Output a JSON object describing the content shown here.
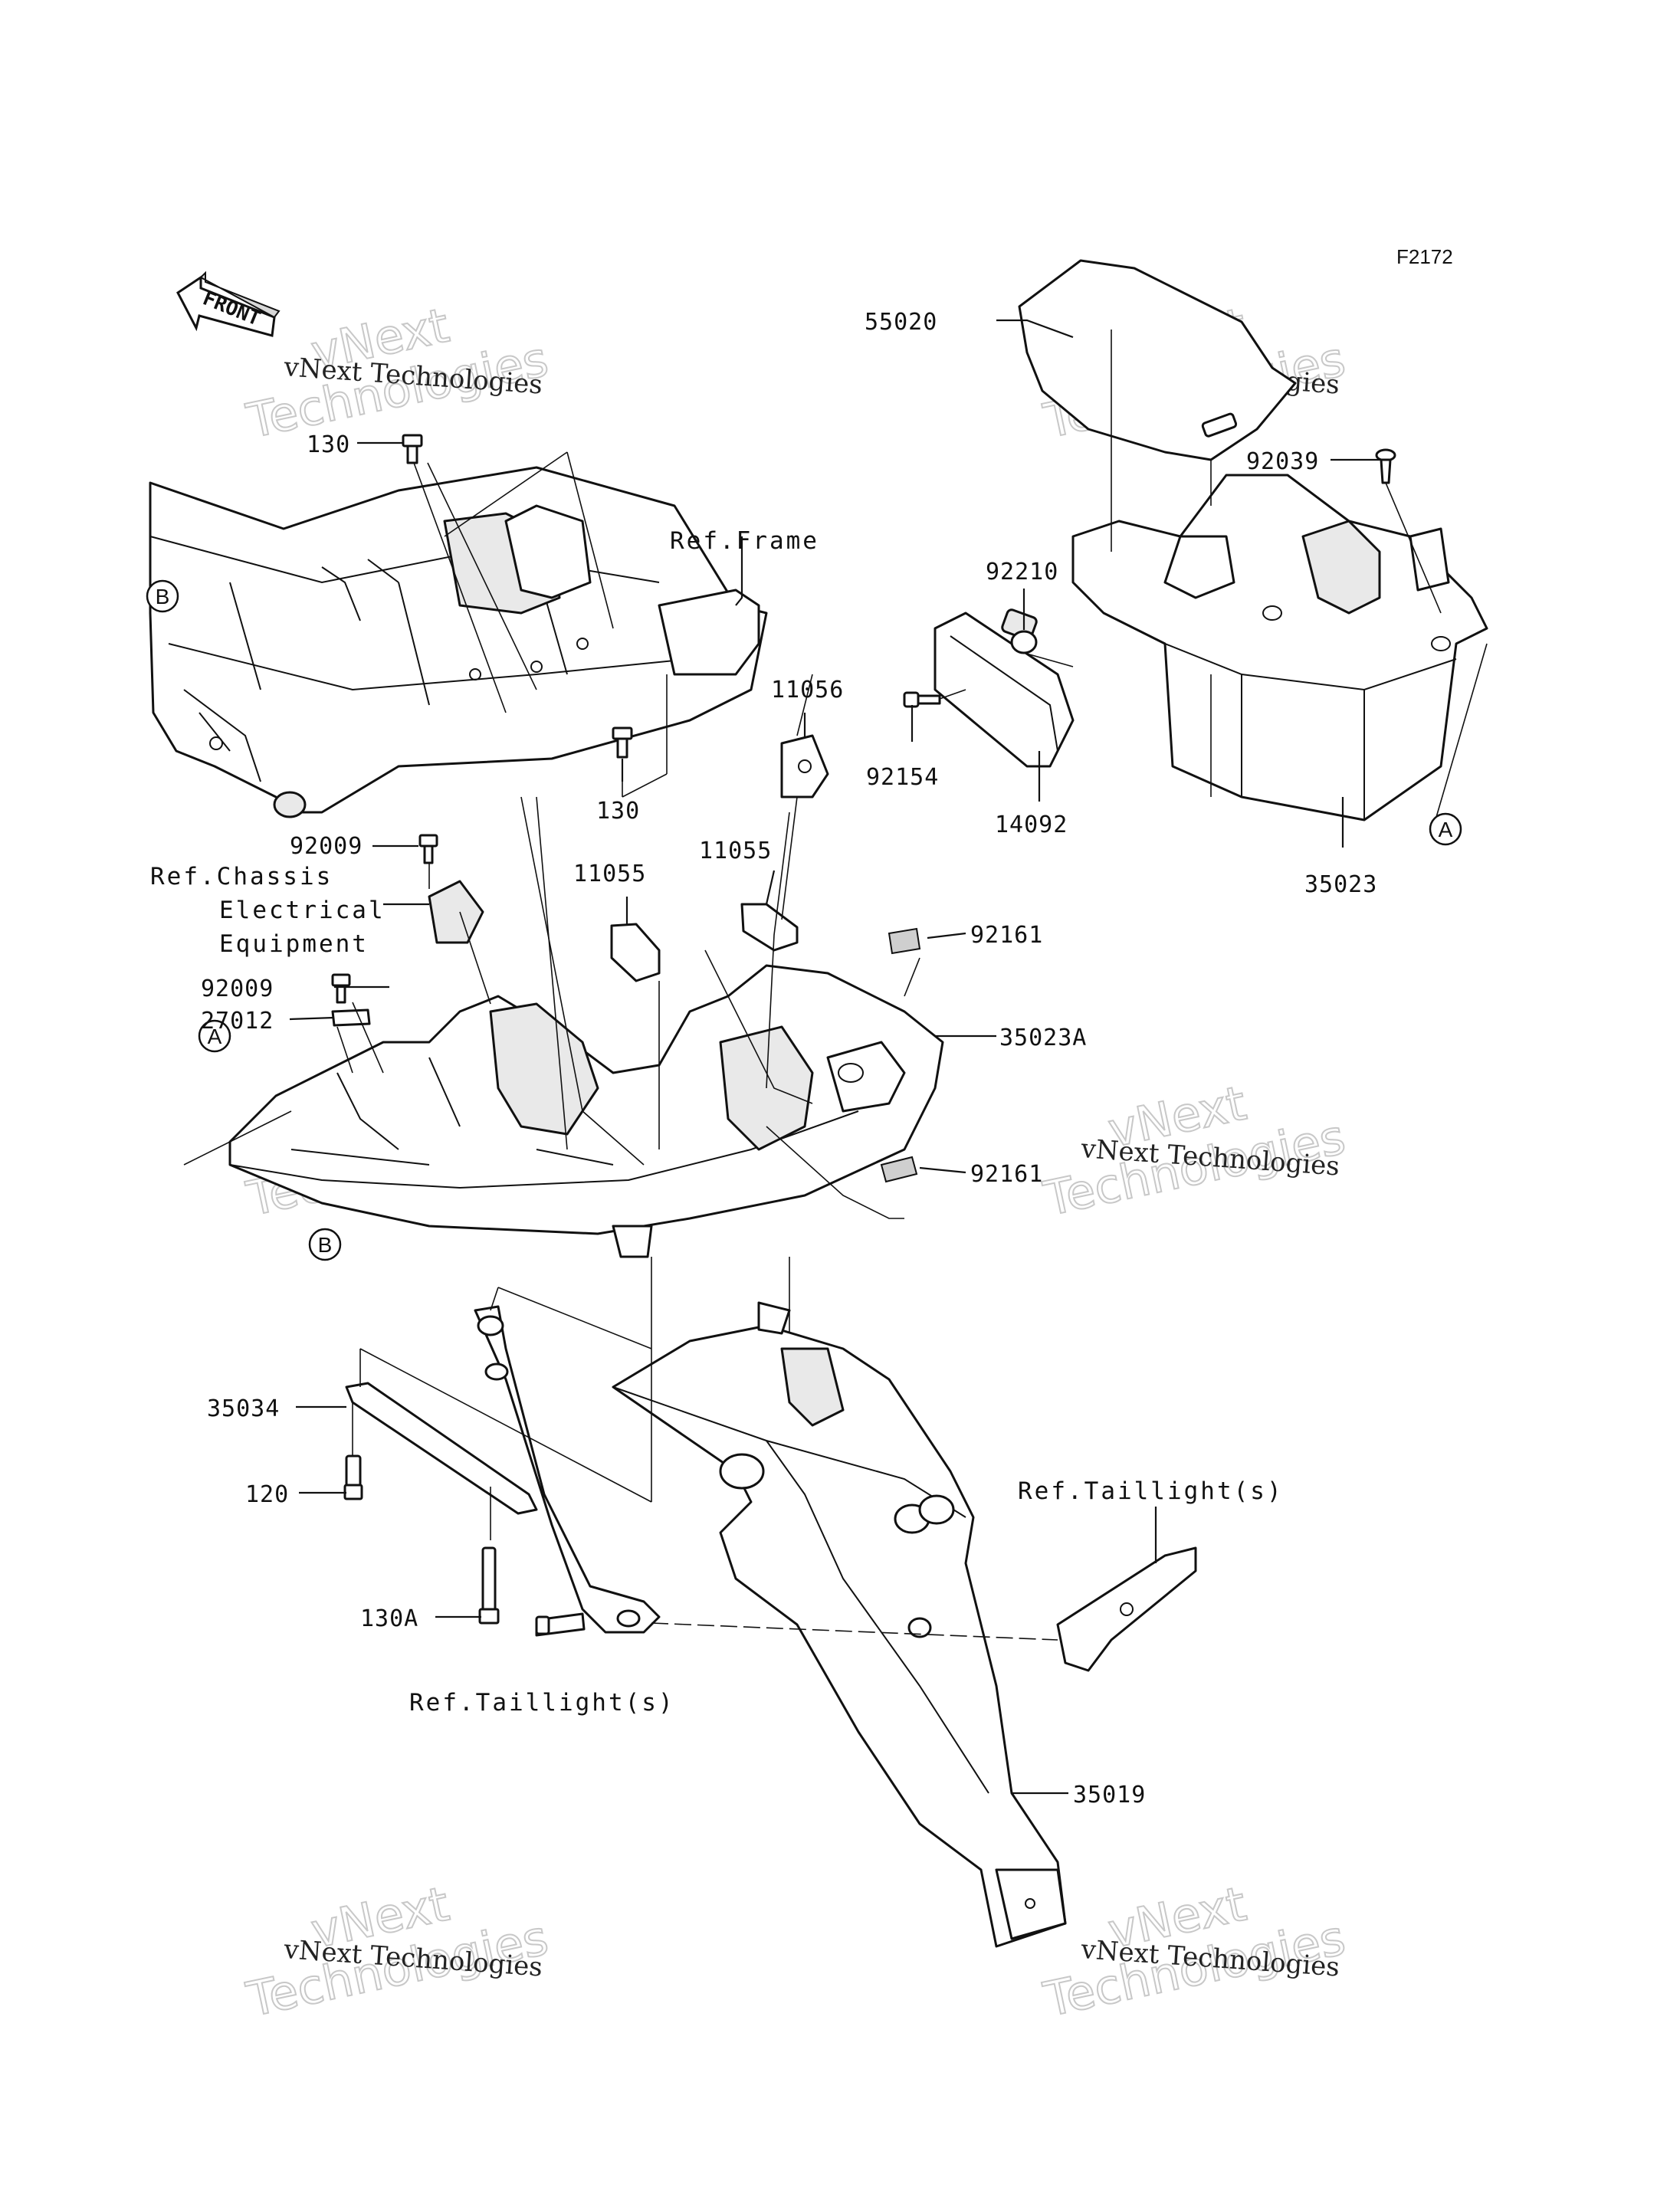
{
  "figure_id": "F2172",
  "front_arrow_label": "FRONT",
  "watermark": {
    "small": "vNext Technologies",
    "big_line1": "vNext",
    "big_line2": "Technologies"
  },
  "callouts": {
    "a": "A",
    "b": "B"
  },
  "part_numbers": {
    "p55020": "55020",
    "p92039": "92039",
    "p130_top": "130",
    "p92210": "92210",
    "p11056": "11056",
    "p92154": "92154",
    "p130_mid": "130",
    "p14092": "14092",
    "p35023": "35023",
    "p92009_a": "92009",
    "p11055_right": "11055",
    "p11055_left": "11055",
    "p92161_top": "92161",
    "p92009_b": "92009",
    "p35023a": "35023A",
    "p27012": "27012",
    "p92161_bottom": "92161",
    "p35034": "35034",
    "p120": "120",
    "p130a": "130A",
    "p35019": "35019"
  },
  "references": {
    "frame": "Ref.Frame",
    "chassis_line1": "Ref.Chassis",
    "chassis_line2": "Electrical",
    "chassis_line3": "Equipment",
    "taillight_right": "Ref.Taillight(s)",
    "taillight_left": "Ref.Taillight(s)"
  }
}
